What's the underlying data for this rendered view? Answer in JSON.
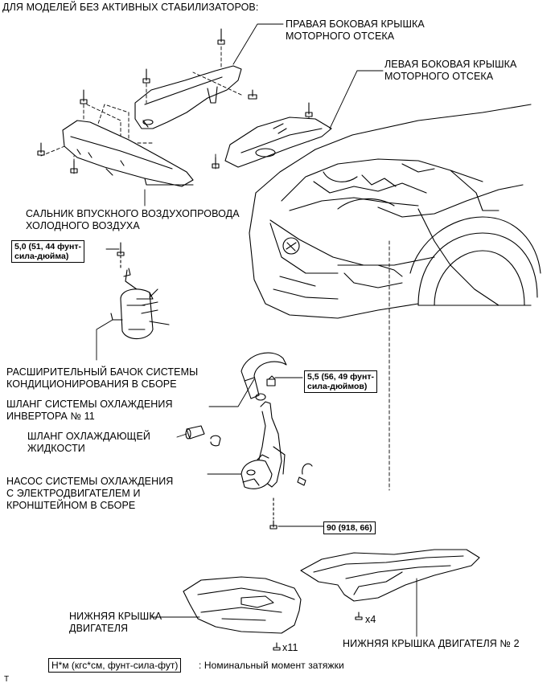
{
  "header": "ДЛЯ МОДЕЛЕЙ БЕЗ АКТИВНЫХ СТАБИЛИЗАТОРОВ:",
  "labels": {
    "right_cover": [
      "ПРАВАЯ БОКОВАЯ КРЫШКА",
      "МОТОРНОГО ОТСЕКА"
    ],
    "left_cover": [
      "ЛЕВАЯ БОКОВАЯ КРЫШКА",
      "МОТОРНОГО ОТСЕКА"
    ],
    "air_duct_seal": [
      "САЛЬНИК ВПУСКНОГО ВОЗДУХОПРОВОДА",
      "ХОЛОДНОГО ВОЗДУХА"
    ],
    "reservoir": [
      "РАСШИРИТЕЛЬНЫЙ БАЧОК СИСТЕМЫ",
      "КОНДИЦИОНИРОВАНИЯ В СБОРЕ"
    ],
    "inverter_hose": [
      "ШЛАНГ СИСТЕМЫ ОХЛАЖДЕНИЯ",
      "ИНВЕРТОРА № 11"
    ],
    "coolant_hose": [
      "ШЛАНГ ОХЛАЖДАЮЩЕЙ",
      "ЖИДКОСТИ"
    ],
    "pump": [
      "НАСОС СИСТЕМЫ ОХЛАЖДЕНИЯ",
      "С ЭЛЕКТРОДВИГАТЕЛЕМ И",
      "КРОНШТЕЙНОМ В СБОРЕ"
    ],
    "lower_cover": [
      "НИЖНЯЯ КРЫШКА",
      "ДВИГАТЕЛЯ"
    ],
    "lower_cover_2": "НИЖНЯЯ КРЫШКА ДВИГАТЕЛЯ № 2"
  },
  "torque": {
    "reservoir_bolt": [
      "5,0 (51, 44 фунт-",
      "сила-дюйма)"
    ],
    "bracket_nut": [
      "5,5 (56, 49 фунт-",
      "сила-дюймов)"
    ],
    "pump_bolt": "90 (918, 66)"
  },
  "counts": {
    "cover2_fasteners": "x4",
    "cover_fasteners": "x11"
  },
  "legend": {
    "unit": "Н*м (кгс*см, фунт-сила-фут)",
    "description": ": Номинальный момент затяжки"
  },
  "corner_mark": "T"
}
